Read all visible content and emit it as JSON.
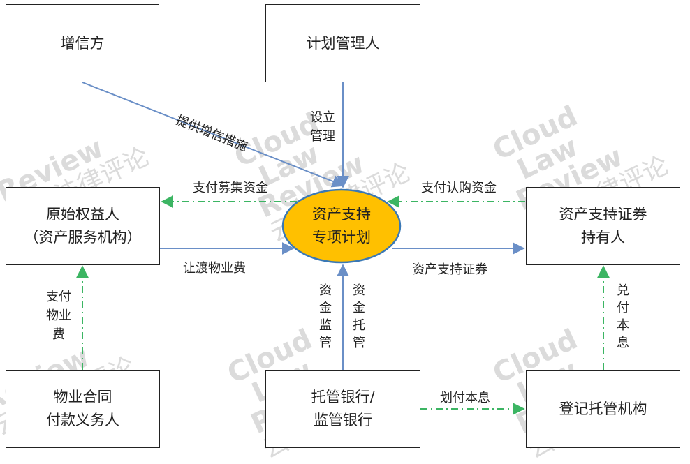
{
  "nodes": {
    "guarantor": "增信方",
    "plan_manager": "计划管理人",
    "originator": [
      "原始权益人",
      "（资产服务机构）"
    ],
    "spv": [
      "资产支持",
      "专项计划"
    ],
    "holder": [
      "资产支持证券",
      "持有人"
    ],
    "obligor": [
      "物业合同",
      "付款义务人"
    ],
    "custodian_bank": [
      "托管银行/",
      "监管银行"
    ],
    "registrar": "登记托管机构"
  },
  "edges": {
    "credit_enhancement": "提供增信措施",
    "establish_manage": [
      "设立",
      "管理"
    ],
    "pay_raised_funds": "支付募集资金",
    "pay_subscription": "支付认购资金",
    "transfer_fee": "让渡物业费",
    "abs_securities": "资产支持证券",
    "pay_property_fee": [
      "支付",
      "物业",
      "费"
    ],
    "fund_supervision": "资金监管",
    "fund_custody": "资金托管",
    "redeem_principal_interest": "兑付本息",
    "transfer_principal_interest": "划付本息"
  },
  "watermark": {
    "lines": [
      "Cloud",
      "Law",
      "Review"
    ],
    "cn": "云帆法律评论"
  },
  "colors": {
    "solid_arrow": "#6a8fc7",
    "dash_arrow": "#3cb563",
    "spv_fill": "#ffc000",
    "spv_stroke": "#3a78b5",
    "box_border": "#222222"
  }
}
